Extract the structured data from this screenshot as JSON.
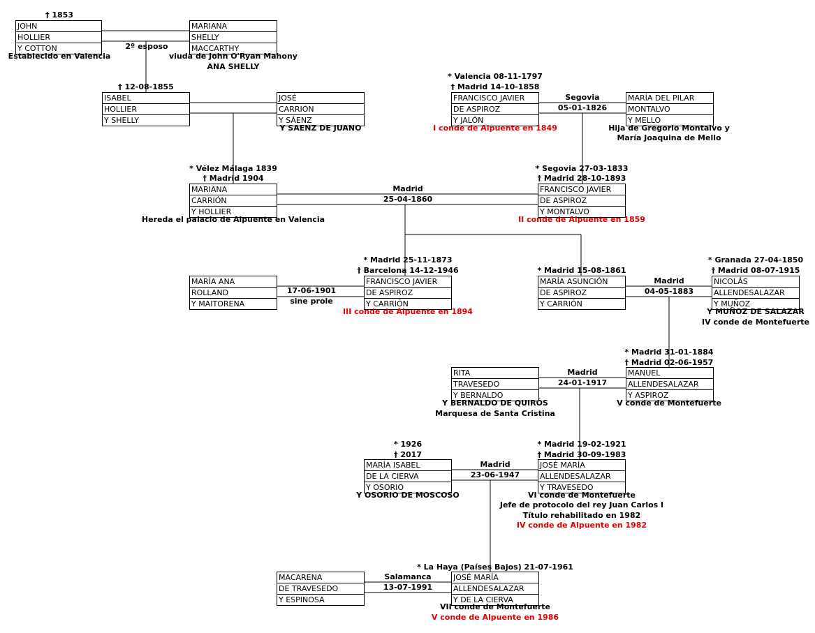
{
  "people": [
    {
      "id": "john",
      "lines": [
        "JOHN",
        "HOLLIER",
        "Y COTTON"
      ]
    },
    {
      "id": "mariana-shelly",
      "lines": [
        "MARIANA",
        "SHELLY",
        "MACCARTHY"
      ]
    },
    {
      "id": "isabel",
      "lines": [
        "ISABEL",
        "HOLLIER",
        "Y SHELLY"
      ]
    },
    {
      "id": "jose-carrion",
      "lines": [
        "JOSÉ",
        "CARRIÓN",
        "Y SÁENZ"
      ]
    },
    {
      "id": "fj1",
      "lines": [
        "FRANCISCO JAVIER",
        "DE ASPIROZ",
        "Y JALÓN"
      ]
    },
    {
      "id": "maria-pilar",
      "lines": [
        "MARÍA DEL PILAR",
        "MONTALVO",
        "Y MELLO"
      ]
    },
    {
      "id": "mariana-carrion",
      "lines": [
        "MARIANA",
        "CARRIÓN",
        "Y HOLLIER"
      ]
    },
    {
      "id": "fj2",
      "lines": [
        "FRANCISCO JAVIER",
        "DE ASPIROZ",
        "Y MONTALVO"
      ]
    },
    {
      "id": "maria-ana",
      "lines": [
        "MARÍA ANA",
        "ROLLAND",
        "Y MAITORENA"
      ]
    },
    {
      "id": "fj3",
      "lines": [
        "FRANCISCO JAVIER",
        "DE ASPIROZ",
        "Y CARRIÓN"
      ]
    },
    {
      "id": "maria-asuncion",
      "lines": [
        "MARÍA ASUNCIÓN",
        "DE ASPIROZ",
        "Y CARRIÓN"
      ]
    },
    {
      "id": "nicolas",
      "lines": [
        "NICOLÁS",
        "ALLENDESALAZAR",
        "Y MUÑOZ"
      ]
    },
    {
      "id": "rita",
      "lines": [
        "RITA",
        "TRAVESEDO",
        "Y BERNALDO"
      ]
    },
    {
      "id": "manuel",
      "lines": [
        "MANUEL",
        "ALLENDESALAZAR",
        "Y ASPIROZ"
      ]
    },
    {
      "id": "maria-isabel",
      "lines": [
        "MARÍA ISABEL",
        "DE LA CIERVA",
        "Y OSORIO"
      ]
    },
    {
      "id": "jose-maria",
      "lines": [
        "JOSÉ MARÍA",
        "ALLENDESALAZAR",
        "Y TRAVESEDO"
      ]
    },
    {
      "id": "macarena",
      "lines": [
        "MACARENA",
        "DE TRAVESEDO",
        "Y ESPINOSA"
      ]
    },
    {
      "id": "jose-maria-2",
      "lines": [
        "JOSÉ MARÍA",
        "ALLENDESALAZAR",
        "Y DE LA CIERVA"
      ]
    }
  ],
  "labels": [
    {
      "t": "† 1853"
    },
    {
      "t": "2º esposo"
    },
    {
      "t": "Establecido en Valencia"
    },
    {
      "t": "viuda de John O'Ryan Mahony"
    },
    {
      "t": "ANA SHELLY"
    },
    {
      "t": "† 12-08-1855"
    },
    {
      "t": "Y SAENZ DE JUANO"
    },
    {
      "t": "* Valencia 08-11-1797"
    },
    {
      "t": "† Madrid 14-10-1858"
    },
    {
      "t": "Segovia"
    },
    {
      "t": "05-01-1826"
    },
    {
      "t": "I conde de Alpuente en 1849"
    },
    {
      "t": "Hija de Gregorio Montalvo y"
    },
    {
      "t": "María Joaquina de Mello"
    },
    {
      "t": "* Vélez Málaga 1839"
    },
    {
      "t": "† Madrid 1904"
    },
    {
      "t": "Madrid"
    },
    {
      "t": "25-04-1860"
    },
    {
      "t": "* Segovia 27-03-1833"
    },
    {
      "t": "† Madrid 28-10-1893"
    },
    {
      "t": "Hereda el palacio de Alpuente en Valencia"
    },
    {
      "t": "II conde de Alpuente en 1859"
    },
    {
      "t": "* Madrid 25-11-1873"
    },
    {
      "t": "† Barcelona 14-12-1946"
    },
    {
      "t": "17-06-1901"
    },
    {
      "t": "sine prole"
    },
    {
      "t": "III conde de Alpuente en 1894"
    },
    {
      "t": "* Madrid 15-08-1861"
    },
    {
      "t": "Madrid"
    },
    {
      "t": "04-05-1883"
    },
    {
      "t": "* Granada 27-04-1850"
    },
    {
      "t": "† Madrid 08-07-1915"
    },
    {
      "t": "Y MUÑOZ DE SALAZAR"
    },
    {
      "t": "IV conde de Montefuerte"
    },
    {
      "t": "* Madrid 31-01-1884"
    },
    {
      "t": "† Madrid 02-06-1957"
    },
    {
      "t": "Madrid"
    },
    {
      "t": "24-01-1917"
    },
    {
      "t": "Y BERNALDO DE QUIRÓS"
    },
    {
      "t": "Marquesa de Santa Cristina"
    },
    {
      "t": "V conde de Montefuerte"
    },
    {
      "t": "* 1926"
    },
    {
      "t": "† 2017"
    },
    {
      "t": "* Madrid 19-02-1921"
    },
    {
      "t": "† Madrid 30-09-1983"
    },
    {
      "t": "Madrid"
    },
    {
      "t": "23-06-1947"
    },
    {
      "t": "Y OSORIO DE MOSCOSO"
    },
    {
      "t": "VI conde de Montefuerte"
    },
    {
      "t": "Jefe de protocolo del rey Juan Carlos I"
    },
    {
      "t": "Título rehabilitado en 1982"
    },
    {
      "t": "IV conde de Alpuente en 1982"
    },
    {
      "t": "* La Haya (Países Bajos) 21-07-1961"
    },
    {
      "t": "Salamanca"
    },
    {
      "t": "13-07-1991"
    },
    {
      "t": "VII conde de Montefuerte"
    },
    {
      "t": "V conde de Alpuente en 1986"
    }
  ],
  "colors": {
    "line": "#000000",
    "text": "#000000",
    "title_red": "#e00000"
  }
}
